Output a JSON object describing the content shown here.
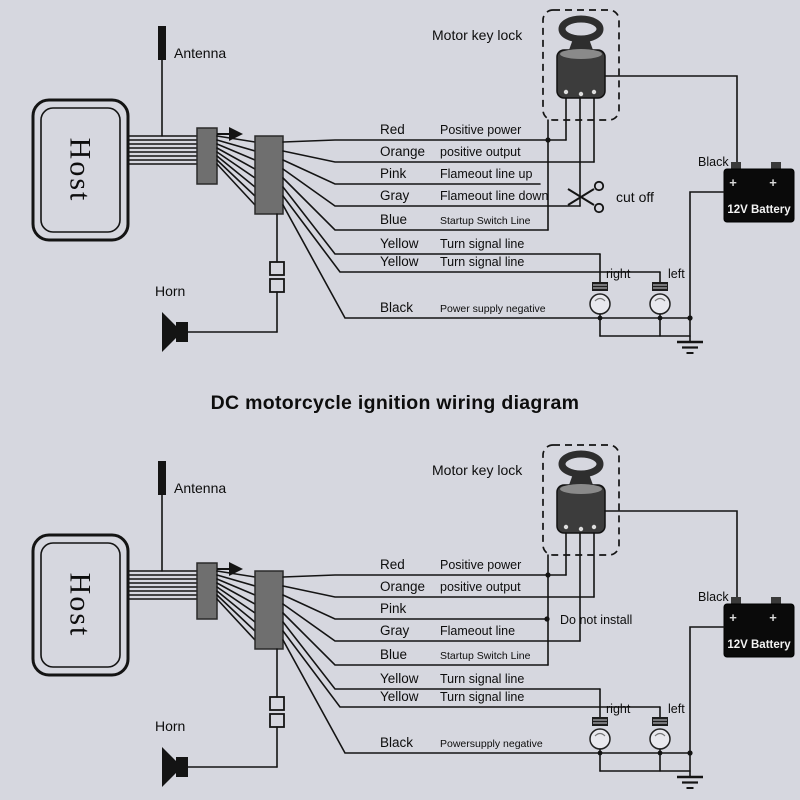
{
  "title": "DC motorcycle ignition wiring diagram",
  "colors": {
    "background": "#d6d7df",
    "line": "#141414",
    "battery_body": "#0a0a0a",
    "connector_block": "#6f6f6f"
  },
  "diagrams": {
    "top": {
      "antenna_label": "Antenna",
      "host_label": "Host",
      "horn_label": "Horn",
      "motor_key_lock_label": "Motor key lock",
      "cut_off_label": "cut off",
      "battery_label": "12V Battery",
      "battery_wire_label": "Black",
      "right_bulb_label": "right",
      "left_bulb_label": "left",
      "wires": [
        {
          "color": "Red",
          "function": "Positive power"
        },
        {
          "color": "Orange",
          "function": "positive output"
        },
        {
          "color": "Pink",
          "function": "Flameout line up"
        },
        {
          "color": "Gray",
          "function": "Flameout line down"
        },
        {
          "color": "Blue",
          "function": "Startup Switch Line"
        },
        {
          "color": "Yellow",
          "function": "Turn signal line"
        },
        {
          "color": "Yellow",
          "function": "Turn signal line"
        },
        {
          "color": "Black",
          "function": "Power supply negative"
        }
      ]
    },
    "bottom": {
      "antenna_label": "Antenna",
      "host_label": "Host",
      "horn_label": "Horn",
      "motor_key_lock_label": "Motor key lock",
      "do_not_install_label": "Do not install",
      "battery_label": "12V Battery",
      "battery_wire_label": "Black",
      "right_bulb_label": "right",
      "left_bulb_label": "left",
      "wires": [
        {
          "color": "Red",
          "function": "Positive power"
        },
        {
          "color": "Orange",
          "function": "positive output"
        },
        {
          "color": "Pink",
          "function": ""
        },
        {
          "color": "Gray",
          "function": "Flameout line"
        },
        {
          "color": "Blue",
          "function": "Startup Switch Line"
        },
        {
          "color": "Yellow",
          "function": "Turn signal line"
        },
        {
          "color": "Yellow",
          "function": "Turn signal line"
        },
        {
          "color": "Black",
          "function": "Powersupply negative"
        }
      ]
    }
  }
}
